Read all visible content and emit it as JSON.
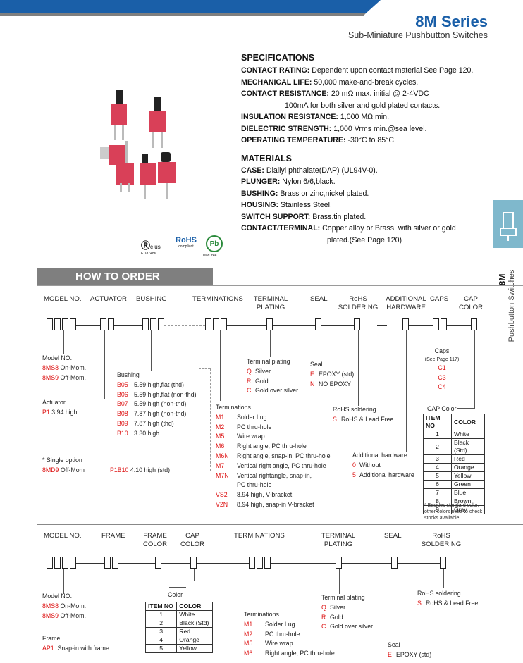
{
  "header": {
    "series": "8M Series",
    "subtitle": "Sub-Miniature Pushbutton Switches"
  },
  "side_tab": {
    "code": "8M",
    "label": "Pushbutton Switches"
  },
  "specifications": {
    "title": "SPECIFICATIONS",
    "rows": [
      {
        "k": "CONTACT RATING:",
        "v": " Dependent upon contact material See Page 120."
      },
      {
        "k": "MECHANICAL LIFE:",
        "v": " 50,000 make-and-break cycles."
      },
      {
        "k": "CONTACT RESISTANCE:",
        "v": " 20 mΩ max. initial @ 2-4VDC"
      },
      {
        "k": "",
        "v": "100mA for both silver and gold plated contacts."
      },
      {
        "k": "INSULATION RESISTANCE:",
        "v": " 1,000 MΩ min."
      },
      {
        "k": "DIELECTRIC STRENGTH:",
        "v": " 1,000 Vrms min.@sea level."
      },
      {
        "k": "OPERATING TEMPERATURE:",
        "v": " -30°C to 85°C."
      }
    ]
  },
  "materials": {
    "title": "MATERIALS",
    "rows": [
      {
        "k": "CASE:",
        "v": " Diallyl phthalate(DAP) (UL94V-0)."
      },
      {
        "k": "PLUNGER:",
        "v": " Nylon 6/6,black."
      },
      {
        "k": "BUSHING:",
        "v": " Brass or zinc,nickel plated."
      },
      {
        "k": "HOUSING:",
        "v": " Stainless Steel."
      },
      {
        "k": "SWITCH SUPPORT:",
        "v": " Brass.tin plated."
      },
      {
        "k": "CONTACT/TERMINAL:",
        "v": " Copper alloy or Brass, with silver or gold"
      },
      {
        "k": "",
        "v": "plated.(See Page 120)"
      }
    ]
  },
  "logos": {
    "rohs": "RoHS",
    "rohs_sub": "compliant",
    "pb": "Pb",
    "pb_sub": "lead free",
    "ul": "c  us",
    "ul_num": "E 187486"
  },
  "how_to_order": "HOW TO ORDER",
  "section1": {
    "headers": {
      "model": "MODEL NO.",
      "actuator": "ACTUATOR",
      "bushing": "BUSHING",
      "terminations": "TERMINATIONS",
      "plating": "TERMINAL\nPLATING",
      "seal": "SEAL",
      "rohs": "RoHS\nSOLDERING",
      "hardware": "ADDITIONAL\nHARDWARE",
      "caps": "CAPS",
      "cap_color": "CAP\nCOLOR"
    },
    "model": {
      "title": "Model NO.",
      "items": [
        {
          "code": "8MS8",
          "desc": "On-Mom."
        },
        {
          "code": "8MS9",
          "desc": "Off-Mom."
        }
      ]
    },
    "actuator": {
      "title": "Actuator",
      "items": [
        {
          "code": "P1",
          "desc": "3.94 high"
        }
      ]
    },
    "single": {
      "title": "Single option",
      "code": "8MD9",
      "desc": "Off-Mom",
      "code2": "P1B10",
      "desc2": "4.10 high (std)"
    },
    "bushing": {
      "title": "Bushing",
      "items": [
        {
          "code": "B05",
          "desc": "5.59 high,flat (thd)"
        },
        {
          "code": "B06",
          "desc": "5.59 high,flat (non-thd)"
        },
        {
          "code": "B07",
          "desc": "5.59 high (non-thd)"
        },
        {
          "code": "B08",
          "desc": "7.87 high (non-thd)"
        },
        {
          "code": "B09",
          "desc": "7.87 high (thd)"
        },
        {
          "code": "B10",
          "desc": "3.30 high"
        }
      ]
    },
    "terminations": {
      "title": "Terminations",
      "items": [
        {
          "code": "M1",
          "desc": "Solder Lug"
        },
        {
          "code": "M2",
          "desc": "PC thru-hole"
        },
        {
          "code": "M5",
          "desc": "Wire wrap"
        },
        {
          "code": "M6",
          "desc": "Right angle, PC thru-hole"
        },
        {
          "code": "M6N",
          "desc": "Right angle, snap-in, PC thru-hole"
        },
        {
          "code": "M7",
          "desc": "Vertical right angle, PC thru-hole"
        },
        {
          "code": "M7N",
          "desc": "Vertical rightangle, snap-in,"
        },
        {
          "code": "",
          "desc": "PC thru-hole"
        },
        {
          "code": "VS2",
          "desc": "8.94 high, V-bracket"
        },
        {
          "code": "V2N",
          "desc": "8.94 high, snap-in V-bracket"
        }
      ]
    },
    "plating": {
      "title": "Terminal plating",
      "items": [
        {
          "code": "Q",
          "desc": "Silver"
        },
        {
          "code": "R",
          "desc": "Gold"
        },
        {
          "code": "C",
          "desc": "Gold over silver"
        }
      ]
    },
    "seal": {
      "title": "Seal",
      "items": [
        {
          "code": "E",
          "desc": "EPOXY (std)"
        },
        {
          "code": "N",
          "desc": "NO EPOXY"
        }
      ]
    },
    "rohs": {
      "title": "RoHS soldering",
      "items": [
        {
          "code": "S",
          "desc": "RoHS & Lead Free"
        }
      ]
    },
    "hardware": {
      "title": "Additional hardware",
      "items": [
        {
          "code": "0",
          "desc": "Without"
        },
        {
          "code": "5",
          "desc": "Additional hardware"
        }
      ]
    },
    "caps": {
      "title": "Caps",
      "note": "(See Page 117)",
      "items": [
        "C1",
        "C3",
        "C4"
      ]
    },
    "cap_color": {
      "title": "CAP Color",
      "col1": "ITEM NO",
      "col2": "COLOR",
      "rows": [
        [
          "1",
          "White"
        ],
        [
          "2",
          "Black (Std)"
        ],
        [
          "3",
          "Red"
        ],
        [
          "4",
          "Orange"
        ],
        [
          "5",
          "Yellow"
        ],
        [
          "6",
          "Green"
        ],
        [
          "7",
          "Blue"
        ],
        [
          "8",
          "Brown"
        ],
        [
          "9",
          "Gray"
        ]
      ],
      "note": "Besides standard color, other colors need to check stocks available."
    }
  },
  "section2": {
    "headers": {
      "model": "MODEL NO.",
      "frame": "FRAME",
      "frame_color": "FRAME\nCOLOR",
      "cap_color": "CAP\nCOLOR",
      "terminations": "TERMINATIONS",
      "plating": "TERMINAL\nPLATING",
      "seal": "SEAL",
      "rohs": "RoHS\nSOLDERING"
    },
    "model": {
      "title": "Model NO.",
      "items": [
        {
          "code": "8MS8",
          "desc": "On-Mom."
        },
        {
          "code": "8MS9",
          "desc": "Off-Mom."
        }
      ]
    },
    "frame": {
      "title": "Frame",
      "items": [
        {
          "code": "AP1",
          "desc": "Snap-in with frame"
        }
      ]
    },
    "color": {
      "title": "Color",
      "col1": "ITEM NO",
      "col2": "COLOR",
      "rows": [
        [
          "1",
          "White"
        ],
        [
          "2",
          "Black (Std)"
        ],
        [
          "3",
          "Red"
        ],
        [
          "4",
          "Orange"
        ],
        [
          "5",
          "Yellow"
        ]
      ]
    },
    "terminations": {
      "title": "Terminations",
      "items": [
        {
          "code": "M1",
          "desc": "Solder Lug"
        },
        {
          "code": "M2",
          "desc": "PC thru-hole"
        },
        {
          "code": "M5",
          "desc": "Wire wrap"
        },
        {
          "code": "M6",
          "desc": "Right angle, PC thru-hole"
        }
      ]
    },
    "plating": {
      "title": "Terminal plating",
      "items": [
        {
          "code": "Q",
          "desc": "Silver"
        },
        {
          "code": "R",
          "desc": "Gold"
        },
        {
          "code": "C",
          "desc": "Gold over silver"
        }
      ]
    },
    "rohs": {
      "title": "RoHS soldering",
      "items": [
        {
          "code": "S",
          "desc": "RoHS & Lead Free"
        }
      ]
    },
    "seal": {
      "title": "Seal",
      "items": [
        {
          "code": "E",
          "desc": "EPOXY (std)"
        }
      ]
    }
  },
  "colors": {
    "brand": "#1a5fa8",
    "accent_red": "#dd1111",
    "tab": "#7fb8cc",
    "bar": "#7f7f7f"
  }
}
